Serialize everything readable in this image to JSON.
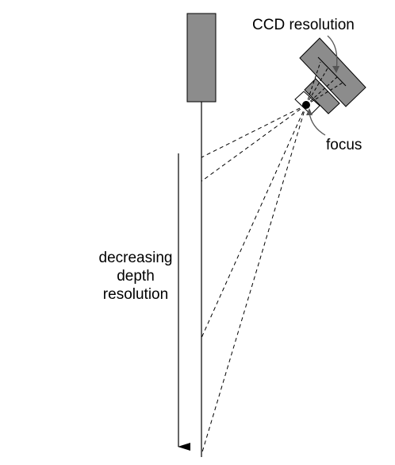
{
  "labels": {
    "ccd_resolution": "CCD resolution",
    "focus": "focus",
    "depth_line1": "decreasing",
    "depth_line2": "depth",
    "depth_line3": "resolution"
  },
  "colors": {
    "block_fill": "#8c8c8c",
    "camera_fill": "#8c8c8c",
    "stroke": "#000000"
  }
}
